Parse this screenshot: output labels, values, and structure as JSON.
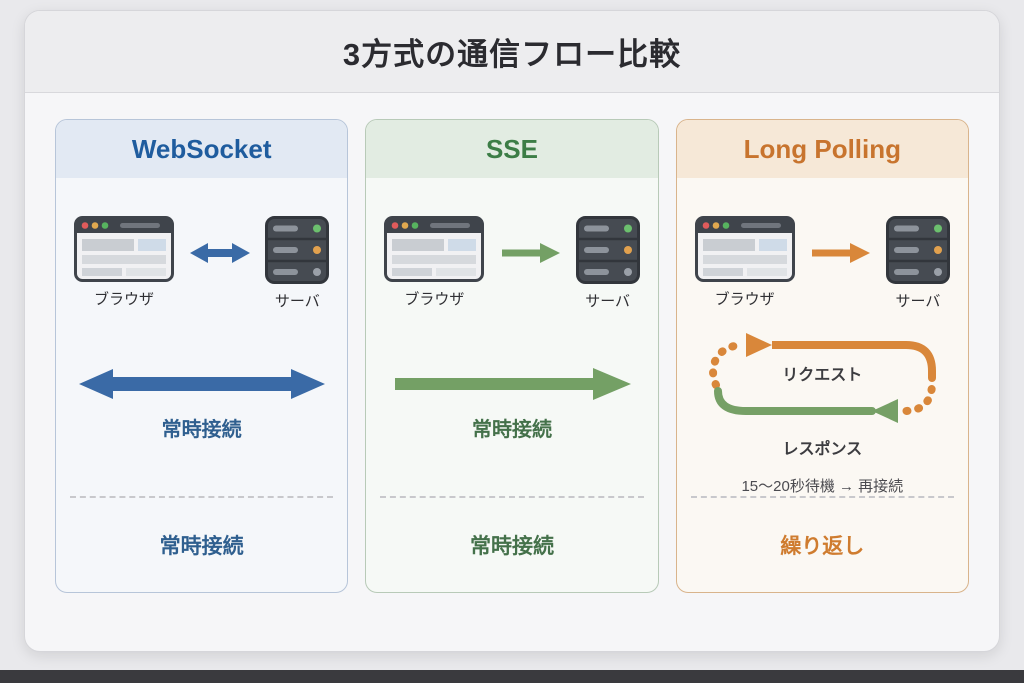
{
  "title": "3方式の通信フロー比較",
  "colors": {
    "websocket_accent": "#1f5c9e",
    "websocket_arrow": "#3a6aa6",
    "sse_accent": "#3c7d46",
    "sse_arrow": "#74a065",
    "long_polling_accent": "#c8742e",
    "long_polling_arrow": "#d9873a",
    "response_arrow_green": "#76a066"
  },
  "panels": [
    {
      "id": "websocket",
      "title": "WebSocket",
      "browser_label": "ブラウザ",
      "server_label": "サーバ",
      "flow_label": "常時接続",
      "bottom_label": "常時接続"
    },
    {
      "id": "sse",
      "title": "SSE",
      "browser_label": "ブラウザ",
      "server_label": "サーバ",
      "flow_label": "常時接続",
      "bottom_label": "常時接続"
    },
    {
      "id": "long-polling",
      "title": "Long Polling",
      "browser_label": "ブラウザ",
      "server_label": "サーバ",
      "request_label": "リクエスト",
      "response_label": "レスポンス",
      "wait_label": "15〜20秒待機 → 再接続",
      "bottom_label": "繰り返し"
    }
  ]
}
